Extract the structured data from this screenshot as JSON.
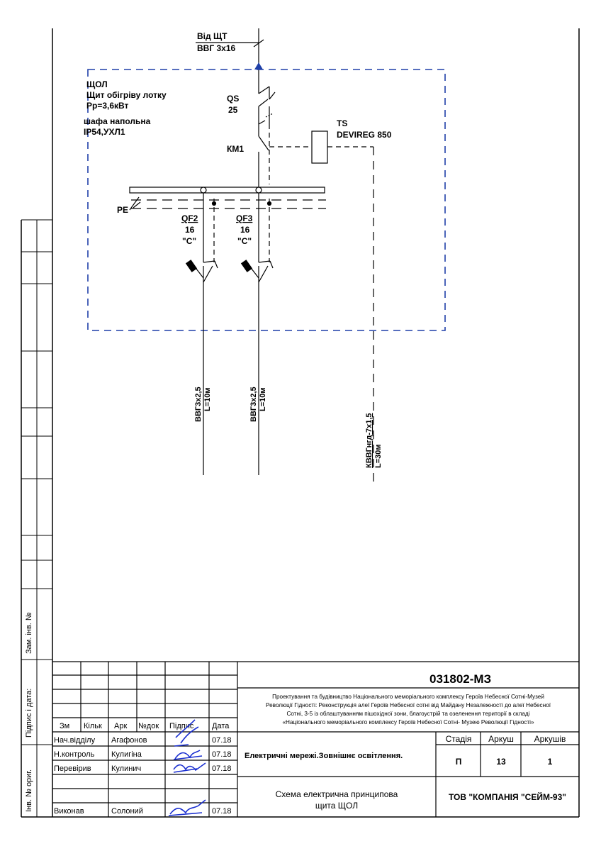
{
  "feed": {
    "line1": "Від ЩТ",
    "line2": "ВВГ 3х16"
  },
  "panel": {
    "name": "ЩОЛ",
    "desc1": "Щит обігріву лотку",
    "desc2": "Рр=3,6кВт",
    "desc3": "шафа напольна",
    "desc4": "IP54,УХЛ1"
  },
  "qs": {
    "label": "QS",
    "rating": "25"
  },
  "km": {
    "label": "КМ1"
  },
  "ts": {
    "label": "TS",
    "model": "DEVIREG 850"
  },
  "pe": {
    "label": "PE"
  },
  "qf2": {
    "label": "QF2",
    "rating": "16",
    "curve": "\"C\""
  },
  "qf3": {
    "label": "QF3",
    "rating": "16",
    "curve": "\"C\""
  },
  "cables": {
    "c1_type": "ВВГ3х2,5",
    "c1_len": "L=10м",
    "c2_type": "ВВГ3х2,5",
    "c2_len": "L=10м",
    "c3_type": "КВВГнгд-7х1,5",
    "c3_len": "L=30м"
  },
  "side_labels": {
    "zam": "Зам. інв. №",
    "pidpys": "Підпис і дата:",
    "inv": "Інв. № ориг."
  },
  "title_block": {
    "code": "031802-МЗ",
    "project_1": "Проектування та будівництво Національного меморіального комплексу Героїв Небесної Сотні-Музей",
    "project_2": "Революції Гідності: Реконструкція алеї Героїв Небесної сотні від Майдану Незалежності до алеї Небесної",
    "project_3": "Сотні, 3-5 із облаштуванням пішохідної зони, благоустрій та озеленення території в складі",
    "project_4": "«Національного меморіального комплексу Героїв Небесної Сотні- Музею Революції Гідності»",
    "headers": {
      "zm": "Зм",
      "kilk": "Кільк",
      "ark": "Арк",
      "ndok": "№док",
      "pidpys": "Підпис",
      "data": "Дата"
    },
    "rows": [
      {
        "role": "Нач.відділу",
        "name": "Агафонов",
        "date": "07.18"
      },
      {
        "role": "Н.контроль",
        "name": "Кулигіна",
        "date": "07.18"
      },
      {
        "role": "Перевірив",
        "name": "Кулинич",
        "date": "07.18"
      },
      {
        "role": "Виконав",
        "name": "Солоний",
        "date": "07.18"
      }
    ],
    "section": "Електричні мережі.Зовнішнє освітлення.",
    "stage_h": "Стадія",
    "sheet_h": "Аркуш",
    "sheets_h": "Аркушів",
    "stage": "П",
    "sheet": "13",
    "sheets": "1",
    "drawing_1": "Схема електрична принципова",
    "drawing_2": "щита ЩОЛ",
    "company": "ТОВ \"КОМПАНІЯ \"СЕЙМ-93\""
  },
  "colors": {
    "frame_dash": "#1f3fa8",
    "signature": "#1a2fd0"
  }
}
